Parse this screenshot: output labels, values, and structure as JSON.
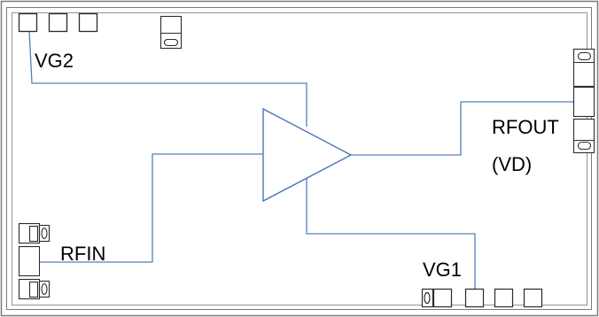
{
  "labels": {
    "vg2": "VG2",
    "vg1": "VG1",
    "rfin": "RFIN",
    "rfout": "RFOUT",
    "vd": "(VD)"
  },
  "colors": {
    "frame": "#7a7a7a",
    "pad": "#2b2b2b",
    "trace": "#4f81bd",
    "amplifier": "#3f6fb0",
    "text": "#000000"
  }
}
